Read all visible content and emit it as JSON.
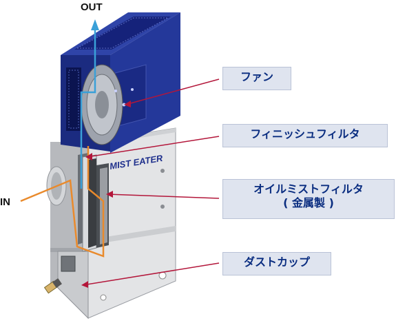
{
  "flow": {
    "out_label": "OUT",
    "in_label": "IN"
  },
  "product_logo_text": "MIST EATER",
  "labels": {
    "fan": "ファン",
    "finish_filter": "フィニッシュフィルタ",
    "oil_mist_filter_line1": "オイルミストフィルタ",
    "oil_mist_filter_line2": "( 金属製 )",
    "dust_cup": "ダストカップ"
  },
  "colors": {
    "housing_blue": "#1e2f8c",
    "label_bg": "#dfe4ef",
    "label_text": "#0a2d80",
    "leader_line": "#b3163a",
    "airflow_in": "#e98a2c",
    "airflow_out": "#3aa0d8"
  }
}
